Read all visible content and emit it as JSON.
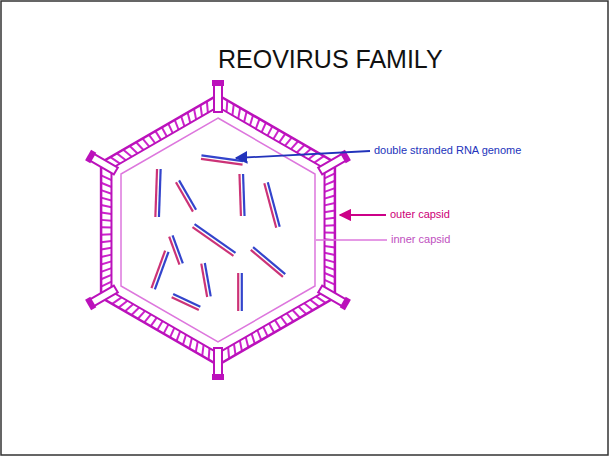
{
  "diagram": {
    "title": "REOVIRUS FAMILY",
    "labels": [
      "double stranded RNA genome",
      "outer capsid",
      "inner capsid"
    ]
  }
}
